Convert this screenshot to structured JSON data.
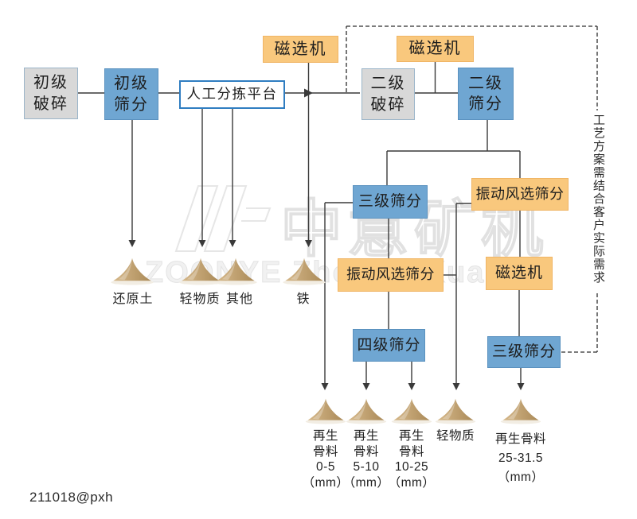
{
  "nodes": {
    "primary_crushing": "初级\n破碎",
    "primary_screening": "初级\n筛分",
    "manual_sorting_platform": "人工分拣平台",
    "magnetic_separator_top1": "磁选机",
    "magnetic_separator_top2": "磁选机",
    "secondary_crushing": "二级\n破碎",
    "secondary_screening": "二级\n筛分",
    "tertiary_screening_left": "三级筛分",
    "vibrating_air_screening_right": "振动风选筛分",
    "vibrating_air_screening_left": "振动风选筛分",
    "magnetic_separator_right": "磁选机",
    "quaternary_screening": "四级筛分",
    "tertiary_screening_bottom": "三级筛分"
  },
  "outputs_row1": [
    {
      "label": "还原土"
    },
    {
      "label": "轻物质"
    },
    {
      "label": "其他"
    },
    {
      "label": "铁"
    }
  ],
  "outputs_row2": [
    {
      "label": "再生\n骨料\n0-5\n（mm）"
    },
    {
      "label": "再生\n骨料\n5-10\n（mm）"
    },
    {
      "label": "再生\n骨料\n10-25\n（mm）"
    },
    {
      "label": "轻物质"
    },
    {
      "label": "再生骨料\n25-31.5\n（mm）"
    }
  ],
  "side_note": "工艺方案需结合客户实际需求",
  "watermark": {
    "cn": "中意矿机",
    "en": "ZOONYE ZhongYiKuangJi"
  },
  "credit": "211018@pxh",
  "colors": {
    "box_blue": "#6fa6d2",
    "box_gray": "#d8d8d8",
    "box_orange": "#f9c87d",
    "white_box_border": "#2f7dc1",
    "line": "#3a3a3a",
    "pile": "#c2a26f"
  }
}
